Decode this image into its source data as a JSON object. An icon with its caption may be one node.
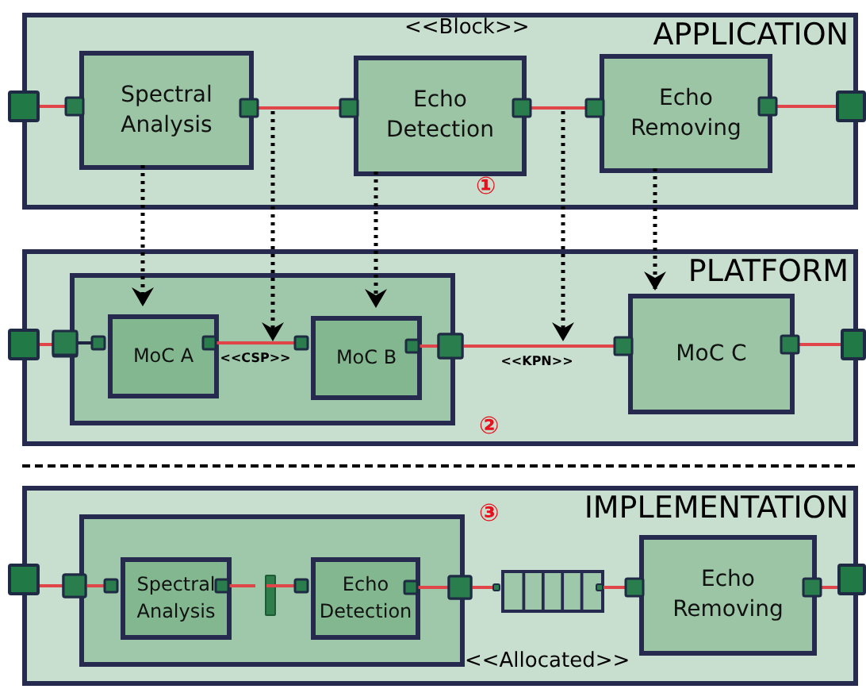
{
  "diagram": {
    "nodes": [
      {
        "text": [
          "APPLICATION"
        ]
      },
      {
        "text": [],
        "shape": "box"
      },
      {
        "text": [
          "Spectral Analysis"
        ],
        "in": 0
      },
      {
        "text": [
          "Echo Detection"
        ],
        "in": 0
      },
      {
        "text": [
          "Echo Removing"
        ],
        "in": 0
      },
      {
        "text": [],
        "shape": "box"
      },
      {
        "text": [
          "PLATFORM"
        ]
      },
      {
        "text": [],
        "shape": "box"
      },
      {
        "text": [],
        "shape": "box",
        "in": 6
      },
      {
        "text": [
          "MoC A"
        ],
        "in": 8
      },
      {
        "text": [
          "MoC B"
        ],
        "in": 8
      },
      {
        "text": [
          "MoC C"
        ],
        "in": 6
      },
      {
        "text": [],
        "shape": "box"
      },
      {
        "text": [
          "IMPLEMENTATION"
        ]
      },
      {
        "text": [],
        "shape": "box"
      },
      {
        "text": [],
        "shape": "box",
        "in": 13
      },
      {
        "text": [
          "Spectral Analysis"
        ],
        "in": 15
      },
      {
        "text": [],
        "shape": "bar",
        "in": 15
      },
      {
        "text": [
          "Echo Detection"
        ],
        "in": 15
      },
      {
        "text": [],
        "shape": "queue",
        "in": 13
      },
      {
        "text": [
          "Echo Removing"
        ],
        "in": 13
      },
      {
        "text": [],
        "shape": "box"
      }
    ],
    "edges": [
      {
        "from": 1,
        "to": 2,
        "arrow": "other"
      },
      {
        "from": 2,
        "to": 3,
        "arrow": "other"
      },
      {
        "from": 3,
        "to": 4,
        "arrow": "other"
      },
      {
        "from": 4,
        "to": 5,
        "arrow": "other"
      },
      {
        "from": 7,
        "to": 8,
        "arrow": "other"
      },
      {
        "from": 8,
        "to": 9,
        "arrow": "other",
        "color": "#1e2540"
      },
      {
        "from": 9,
        "to": 10,
        "arrow": "other",
        "label": "<<CSP>>"
      },
      {
        "from": 10,
        "to": 8,
        "arrow": "other"
      },
      {
        "from": 8,
        "to": 11,
        "arrow": "other",
        "label": "<<KPN>>"
      },
      {
        "from": 11,
        "to": 12,
        "arrow": "other"
      },
      {
        "from": 14,
        "to": 15,
        "arrow": "other"
      },
      {
        "from": 15,
        "to": 16,
        "arrow": "other"
      },
      {
        "from": 16,
        "to": 17,
        "arrow": "other"
      },
      {
        "from": 17,
        "to": 18,
        "arrow": "other"
      },
      {
        "from": 18,
        "to": 15,
        "arrow": "other"
      },
      {
        "from": 15,
        "to": 19,
        "arrow": "other"
      },
      {
        "from": 19,
        "to": 20,
        "arrow": "other"
      },
      {
        "from": 20,
        "to": 21,
        "arrow": "other"
      },
      {
        "from": 2,
        "to": 9,
        "arrow": "to",
        "style": "dashed",
        "color": "#000000"
      },
      {
        "from": 3,
        "to": 10,
        "arrow": "to",
        "style": "dashed",
        "color": "#000000"
      },
      {
        "from": 4,
        "to": 11,
        "arrow": "to",
        "style": "dashed",
        "color": "#000000"
      }
    ],
    "labels": [
      "<<Block>>",
      "①",
      "②",
      "③",
      "<<Allocated>>"
    ]
  }
}
